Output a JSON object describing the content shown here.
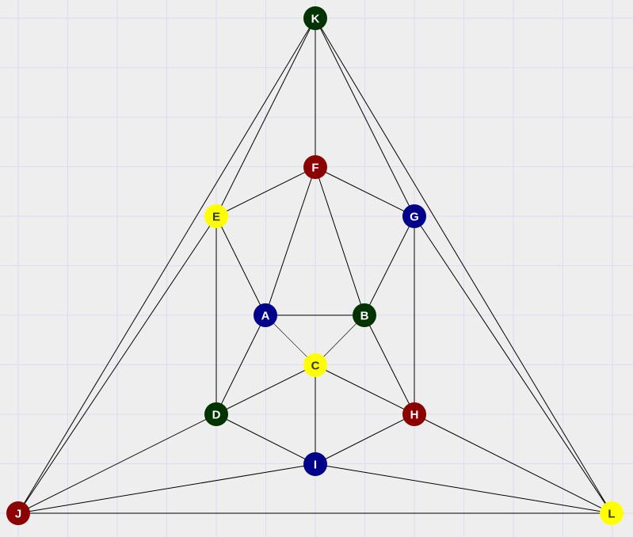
{
  "colors": {
    "background": "#eeeeee",
    "grid": "#dcdcf2",
    "edge": "#000000",
    "red": "#8b0000",
    "blue": "#00008b",
    "green": "#003300",
    "yellow": "#ffff00"
  },
  "nodes": [
    {
      "id": "K",
      "color": "green",
      "label_color": "#ffffff"
    },
    {
      "id": "F",
      "color": "red",
      "label_color": "#ffffff"
    },
    {
      "id": "E",
      "color": "yellow",
      "label_color": "#333333"
    },
    {
      "id": "G",
      "color": "blue",
      "label_color": "#ffffff"
    },
    {
      "id": "A",
      "color": "blue",
      "label_color": "#ffffff"
    },
    {
      "id": "B",
      "color": "green",
      "label_color": "#ffffff"
    },
    {
      "id": "C",
      "color": "yellow",
      "label_color": "#333333"
    },
    {
      "id": "D",
      "color": "green",
      "label_color": "#ffffff"
    },
    {
      "id": "H",
      "color": "red",
      "label_color": "#ffffff"
    },
    {
      "id": "I",
      "color": "blue",
      "label_color": "#ffffff"
    },
    {
      "id": "J",
      "color": "red",
      "label_color": "#ffffff"
    },
    {
      "id": "L",
      "color": "yellow",
      "label_color": "#333333"
    }
  ],
  "edges": [
    [
      "K",
      "F"
    ],
    [
      "K",
      "E"
    ],
    [
      "K",
      "G"
    ],
    [
      "K",
      "J"
    ],
    [
      "K",
      "L"
    ],
    [
      "F",
      "E"
    ],
    [
      "F",
      "G"
    ],
    [
      "F",
      "A"
    ],
    [
      "F",
      "B"
    ],
    [
      "E",
      "A"
    ],
    [
      "E",
      "D"
    ],
    [
      "E",
      "J"
    ],
    [
      "G",
      "B"
    ],
    [
      "G",
      "H"
    ],
    [
      "G",
      "L"
    ],
    [
      "A",
      "B"
    ],
    [
      "A",
      "C"
    ],
    [
      "A",
      "D"
    ],
    [
      "B",
      "C"
    ],
    [
      "B",
      "H"
    ],
    [
      "C",
      "D"
    ],
    [
      "C",
      "H"
    ],
    [
      "C",
      "I"
    ],
    [
      "D",
      "I"
    ],
    [
      "D",
      "J"
    ],
    [
      "H",
      "I"
    ],
    [
      "H",
      "L"
    ],
    [
      "I",
      "J"
    ],
    [
      "I",
      "L"
    ],
    [
      "J",
      "L"
    ]
  ]
}
